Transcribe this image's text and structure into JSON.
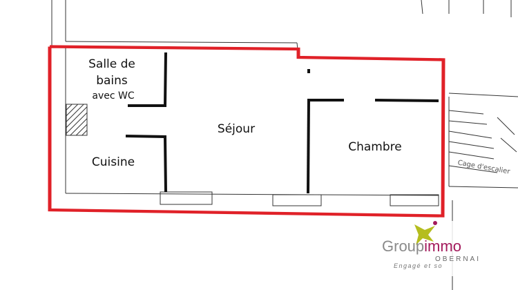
{
  "rooms": {
    "bathroom_line1": "Salle de",
    "bathroom_line2": "bains",
    "bathroom_line3": "avec WC",
    "kitchen": "Cuisine",
    "living": "Séjour",
    "bedroom": "Chambre"
  },
  "stairs_label": "Cage d'escalier",
  "logo": {
    "name_a": "Group",
    "name_b": "immo",
    "city": "OBERNAI",
    "tagline": "Engagé et so"
  },
  "colors": {
    "outline": "#e02128",
    "wall": "#111111",
    "logo_grey": "#8a8a8a",
    "logo_purple": "#a3195b",
    "logo_green": "#b5bd1e"
  }
}
